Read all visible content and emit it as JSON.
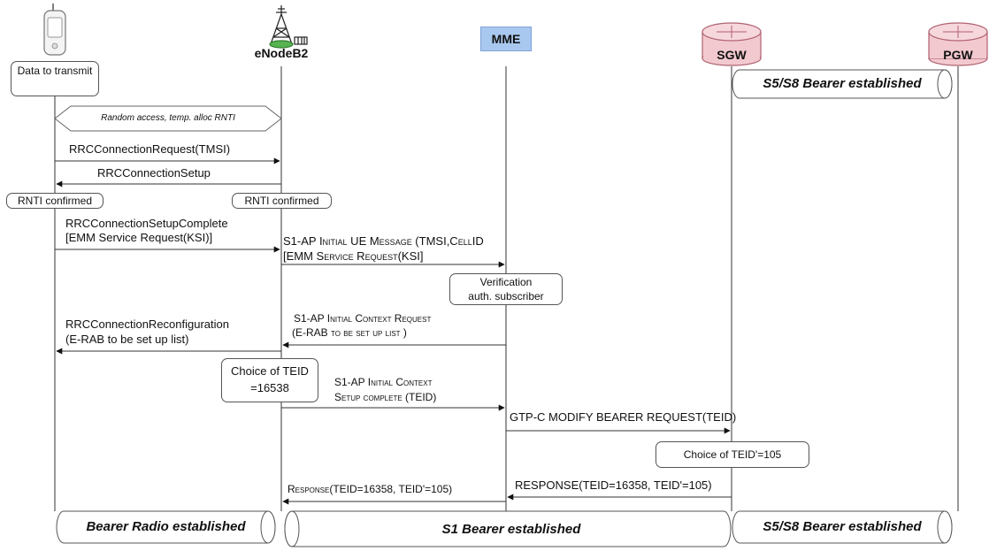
{
  "actors": {
    "ue_note": "Data to transmit",
    "enodeb": "eNodeB2",
    "mme": "MME",
    "sgw": "SGW",
    "pgw": "PGW"
  },
  "colors": {
    "mme_fill": "#a9c8ef",
    "router_fill": "#f2c9cf",
    "router_stroke": "#b06270"
  },
  "icons": {
    "ue": "mobile-phone-icon",
    "enodeb": "antenna-tower-icon",
    "sgw": "router-cylinder-icon",
    "pgw": "router-cylinder-icon"
  },
  "bearers": {
    "s5s8_top": "S5/S8 Bearer established",
    "radio": "Bearer Radio established",
    "s1": "S1 Bearer established",
    "s5s8_bottom": "S5/S8 Bearer established"
  },
  "notes": {
    "random_access": "Random access, temp. alloc RNTI",
    "rnti_ue": "RNTI confirmed",
    "rnti_enb": "RNTI confirmed",
    "verification_line1": "Verification",
    "verification_line2": "auth. subscriber",
    "teid_line1": "Choice of TEID",
    "teid_line2": "=16538",
    "teid_prime": "Choice of TEID'=105"
  },
  "messages": {
    "rrc_request": "RRCConnectionRequest(TMSI)",
    "rrc_setup": "RRCConnectionSetup",
    "rrc_complete_line1": "RRCConnectionSetupComplete",
    "rrc_complete_line2": "[EMM Service Request(KSI)]",
    "s1_initial_ue_line1": "S1-AP Initial UE Message (TMSI,CellID",
    "s1_initial_ue_line2": "[EMM Service Request(KSI]",
    "rrc_reconf_line1": "RRCConnectionReconfiguration",
    "rrc_reconf_line2": "(E-RAB to be set up list)",
    "s1_ctx_req_line1": "S1-AP Initial Context Request",
    "s1_ctx_req_line2": "(E-RAB to be set up list )",
    "s1_ctx_setup_line1": "S1-AP Initial Context",
    "s1_ctx_setup_line2": "Setup complete (TEID)",
    "gtp_modify": "GTP-C MODIFY BEARER REQUEST(TEID)",
    "response_sgw": "RESPONSE(TEID=16358, TEID'=105)",
    "response_mme": "Response(TEID=16358, TEID'=105)"
  }
}
